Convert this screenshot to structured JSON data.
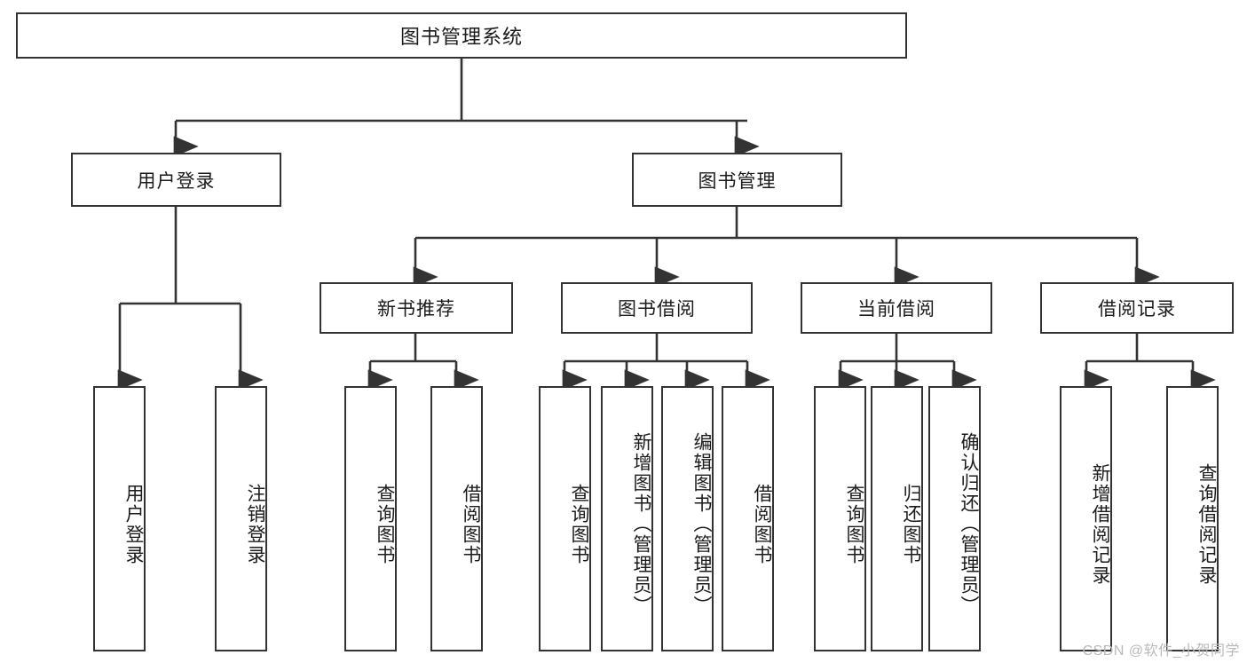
{
  "diagram": {
    "title": "图书管理系统",
    "type": "hierarchy-tree",
    "root": {
      "label": "图书管理系统"
    },
    "level2": [
      {
        "id": "user-login",
        "label": "用户登录"
      },
      {
        "id": "book-manage",
        "label": "图书管理"
      }
    ],
    "level3": [
      {
        "id": "new-book-recommend",
        "label": "新书推荐"
      },
      {
        "id": "book-borrow",
        "label": "图书借阅"
      },
      {
        "id": "current-borrow",
        "label": "当前借阅"
      },
      {
        "id": "borrow-record",
        "label": "借阅记录"
      }
    ],
    "leaves": {
      "user_login": [
        {
          "id": "leaf-user-login",
          "label": "用户登录"
        },
        {
          "id": "leaf-logout-login",
          "label": "注销登录"
        }
      ],
      "new_book_recommend": [
        {
          "id": "leaf-query-book-1",
          "label": "查询图书"
        },
        {
          "id": "leaf-borrow-book-1",
          "label": "借阅图书"
        }
      ],
      "book_borrow": [
        {
          "id": "leaf-query-book-2",
          "label": "查询图书"
        },
        {
          "id": "leaf-add-book",
          "label": "新增图书（管理员）"
        },
        {
          "id": "leaf-edit-book",
          "label": "编辑图书（管理员）"
        },
        {
          "id": "leaf-borrow-book-2",
          "label": "借阅图书"
        }
      ],
      "current_borrow": [
        {
          "id": "leaf-query-book-3",
          "label": "查询图书"
        },
        {
          "id": "leaf-return-book",
          "label": "归还图书"
        },
        {
          "id": "leaf-confirm-return",
          "label": "确认归还（管理员）"
        }
      ],
      "borrow_record": [
        {
          "id": "leaf-add-record",
          "label": "新增借阅记录"
        },
        {
          "id": "leaf-query-record",
          "label": "查询借阅记录"
        }
      ]
    },
    "colors": {
      "background": "#ffffff",
      "node_border": "#333333",
      "node_fill": "#ffffff",
      "text": "#1b1b1b",
      "connector": "#333333",
      "watermark": "#b9b9b9"
    }
  },
  "watermark": {
    "text": "CSDN @软件_小贺同学"
  }
}
